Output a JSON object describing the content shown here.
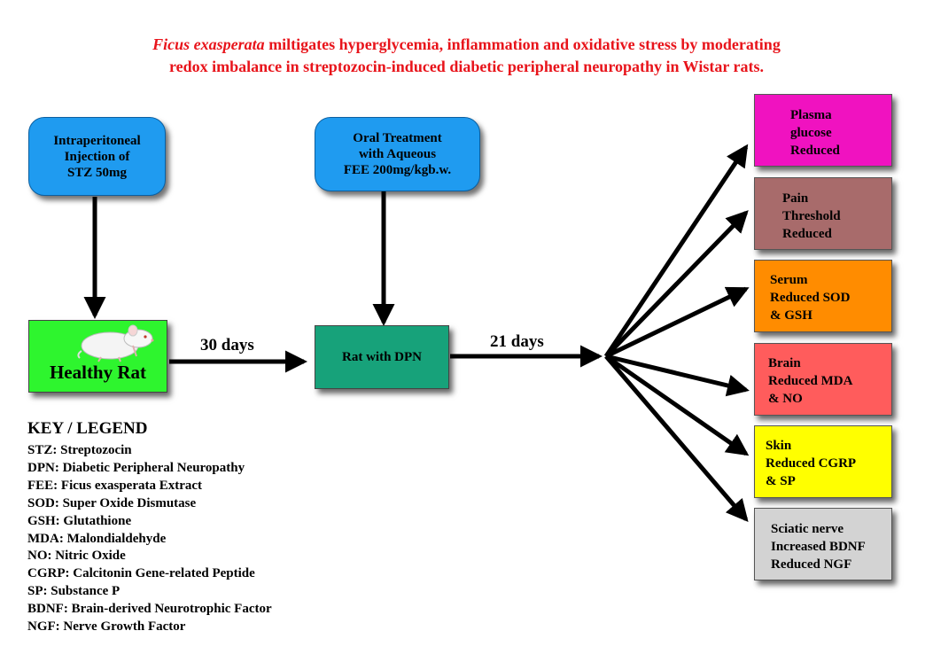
{
  "title": {
    "italic_part": "Ficus exasperata",
    "line1_rest": "miltigates hyperglycemia, inflammation and oxidative stress by moderating",
    "line2": "redox imbalance in streptozocin-induced diabetic peripheral neuropathy in Wistar rats."
  },
  "inputs": {
    "stz": "Intraperitoneal\nInjection of\nSTZ 50mg",
    "fee": "Oral Treatment\nwith Aqueous\nFEE 200mg/kgb.w."
  },
  "stages": {
    "healthy": "Healthy Rat",
    "dpn": "Rat with DPN"
  },
  "durations": {
    "first": "30 days",
    "second": "21 days"
  },
  "outcomes": [
    {
      "text": "Plasma\nglucose\nReduced",
      "color": "#f012c0"
    },
    {
      "text": "Pain\nThreshold\nReduced",
      "color": "#a86b6b"
    },
    {
      "text": "Serum\nReduced SOD\n& GSH",
      "color": "#ff8c00"
    },
    {
      "text": "Brain\nReduced MDA\n& NO",
      "color": "#ff5c5c"
    },
    {
      "text": "Skin\nReduced CGRP\n& SP",
      "color": "#ffff00"
    },
    {
      "text": "Sciatic nerve\nIncreased BDNF\nReduced NGF",
      "color": "#d3d3d3"
    }
  ],
  "legend": {
    "heading": "KEY / LEGEND",
    "items": [
      "STZ: Streptozocin",
      "DPN: Diabetic Peripheral Neuropathy",
      "FEE: Ficus exasperata Extract",
      "SOD: Super Oxide Dismutase",
      "GSH: Glutathione",
      "MDA: Malondialdehyde",
      "NO: Nitric Oxide",
      "CGRP: Calcitonin Gene-related Peptide",
      "SP: Substance P",
      "BDNF: Brain-derived Neurotrophic Factor",
      "NGF: Nerve Growth Factor"
    ]
  }
}
